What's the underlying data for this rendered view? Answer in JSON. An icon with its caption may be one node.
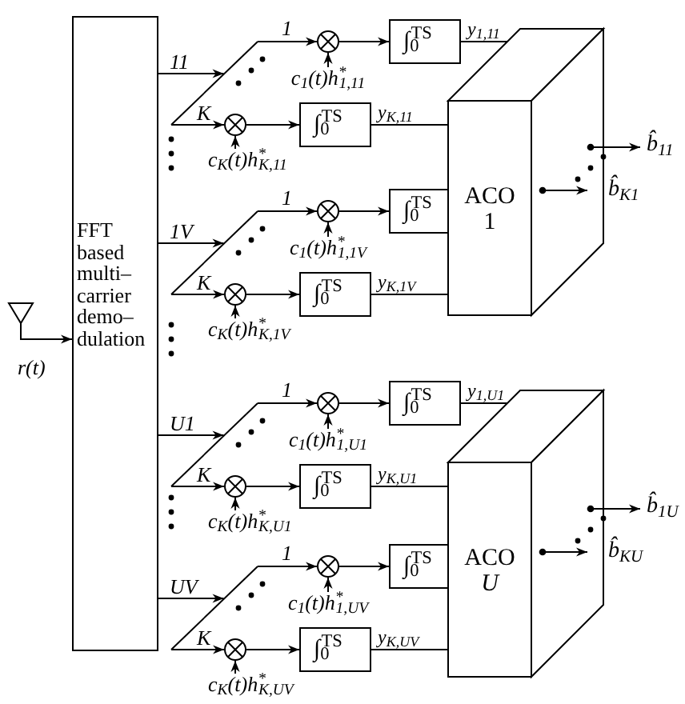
{
  "diagram": {
    "nodes": [
      {
        "text": [],
        "shape": "triangle"
      },
      {
        "text": [
          "FFT based multi–carrier demo–dulation"
        ]
      },
      {
        "text": [],
        "shape": "line"
      },
      {
        "text": [],
        "shape": "circle"
      },
      {
        "text": [
          "∫$_{0}$$^{TS}$"
        ]
      },
      {
        "text": [
          "c$_{1}$(t)h$^{*}$$_{1,11}$"
        ]
      },
      {
        "text": [],
        "shape": "circle"
      },
      {
        "text": [
          "∫$_{0}$$^{TS}$"
        ]
      },
      {
        "text": [
          "c$_{K}$(t)h$^{*}$$_{K,11}$"
        ]
      },
      {
        "text": [],
        "shape": "line"
      },
      {
        "text": [],
        "shape": "circle"
      },
      {
        "text": [
          "∫$_{0}$$^{TS}$"
        ]
      },
      {
        "text": [
          "c$_{1}$(t)h$^{*}$$_{1,1V}$"
        ]
      },
      {
        "text": [],
        "shape": "circle"
      },
      {
        "text": [
          "∫$_{0}$$^{TS}$"
        ]
      },
      {
        "text": [
          "c$_{K}$(t)h$^{*}$$_{K,1V}$"
        ]
      },
      {
        "text": [
          "ACO 1"
        ]
      },
      {
        "text": [
          "b̂$_{11}$"
        ]
      },
      {
        "text": [
          "b̂$_{K1}$"
        ]
      },
      {
        "text": [],
        "shape": "line"
      },
      {
        "text": [],
        "shape": "circle"
      },
      {
        "text": [
          "∫$_{0}$$^{TS}$"
        ]
      },
      {
        "text": [
          "c$_{1}$(t)h$^{*}$$_{1,U1}$"
        ]
      },
      {
        "text": [],
        "shape": "circle"
      },
      {
        "text": [
          "∫$_{0}$$^{TS}$"
        ]
      },
      {
        "text": [
          "c$_{K}$(t)h$^{*}$$_{K,U1}$"
        ]
      },
      {
        "text": [],
        "shape": "line"
      },
      {
        "text": [],
        "shape": "circle"
      },
      {
        "text": [
          "∫$_{0}$$^{TS}$"
        ]
      },
      {
        "text": [
          "c$_{1}$(t)h$^{*}$$_{1,UV}$"
        ]
      },
      {
        "text": [],
        "shape": "circle"
      },
      {
        "text": [
          "∫$_{0}$$^{TS}$"
        ]
      },
      {
        "text": [
          "c$_{K}$(t)h$^{*}$$_{K,UV}$"
        ]
      },
      {
        "text": [
          "ACO *U*"
        ]
      },
      {
        "text": [
          "b̂$_{1U}$"
        ]
      },
      {
        "text": [
          "b̂$_{KU}$"
        ]
      }
    ],
    "edges": [
      {
        "from": 0,
        "to": 1,
        "label": "r(t)",
        "arrow": "to"
      },
      {
        "from": 1,
        "to": 2,
        "label": "11",
        "arrow": "to"
      },
      {
        "from": 2,
        "to": 3,
        "label": "1",
        "arrow": "to"
      },
      {
        "from": 2,
        "to": 6,
        "label": "K",
        "arrow": "to"
      },
      {
        "from": 5,
        "to": 3,
        "arrow": "to"
      },
      {
        "from": 8,
        "to": 6,
        "arrow": "to"
      },
      {
        "from": 3,
        "to": 4,
        "arrow": "to"
      },
      {
        "from": 6,
        "to": 7,
        "arrow": "to"
      },
      {
        "from": 4,
        "to": 16,
        "label": "y$_{1,11}$",
        "arrow": "none"
      },
      {
        "from": 7,
        "to": 16,
        "label": "y$_{K,11}$",
        "arrow": "none"
      },
      {
        "from": 1,
        "to": 9,
        "label": "1V",
        "arrow": "to"
      },
      {
        "from": 9,
        "to": 10,
        "label": "1",
        "arrow": "to"
      },
      {
        "from": 9,
        "to": 13,
        "label": "K",
        "arrow": "to"
      },
      {
        "from": 12,
        "to": 10,
        "arrow": "to"
      },
      {
        "from": 15,
        "to": 13,
        "arrow": "to"
      },
      {
        "from": 10,
        "to": 11,
        "arrow": "to"
      },
      {
        "from": 13,
        "to": 14,
        "arrow": "to"
      },
      {
        "from": 14,
        "to": 16,
        "label": "y$_{K,1V}$",
        "arrow": "none"
      },
      {
        "from": 16,
        "to": 17,
        "arrow": "to"
      },
      {
        "from": 16,
        "to": 18,
        "arrow": "to"
      },
      {
        "from": 1,
        "to": 19,
        "label": "U1",
        "arrow": "to"
      },
      {
        "from": 19,
        "to": 20,
        "label": "1",
        "arrow": "to"
      },
      {
        "from": 19,
        "to": 23,
        "label": "K",
        "arrow": "to"
      },
      {
        "from": 22,
        "to": 20,
        "arrow": "to"
      },
      {
        "from": 25,
        "to": 23,
        "arrow": "to"
      },
      {
        "from": 20,
        "to": 21,
        "arrow": "to"
      },
      {
        "from": 23,
        "to": 24,
        "arrow": "to"
      },
      {
        "from": 21,
        "to": 33,
        "label": "y$_{1,U1}$",
        "arrow": "none"
      },
      {
        "from": 24,
        "to": 33,
        "label": "y$_{K,U1}$",
        "arrow": "none"
      },
      {
        "from": 1,
        "to": 26,
        "label": "UV",
        "arrow": "to"
      },
      {
        "from": 26,
        "to": 27,
        "label": "1",
        "arrow": "to"
      },
      {
        "from": 26,
        "to": 30,
        "label": "K",
        "arrow": "to"
      },
      {
        "from": 29,
        "to": 27,
        "arrow": "to"
      },
      {
        "from": 32,
        "to": 30,
        "arrow": "to"
      },
      {
        "from": 27,
        "to": 28,
        "arrow": "to"
      },
      {
        "from": 30,
        "to": 31,
        "arrow": "to"
      },
      {
        "from": 31,
        "to": 33,
        "label": "y$_{K,UV}$",
        "arrow": "none"
      },
      {
        "from": 33,
        "to": 34,
        "arrow": "to"
      },
      {
        "from": 33,
        "to": 35,
        "arrow": "to"
      }
    ]
  }
}
